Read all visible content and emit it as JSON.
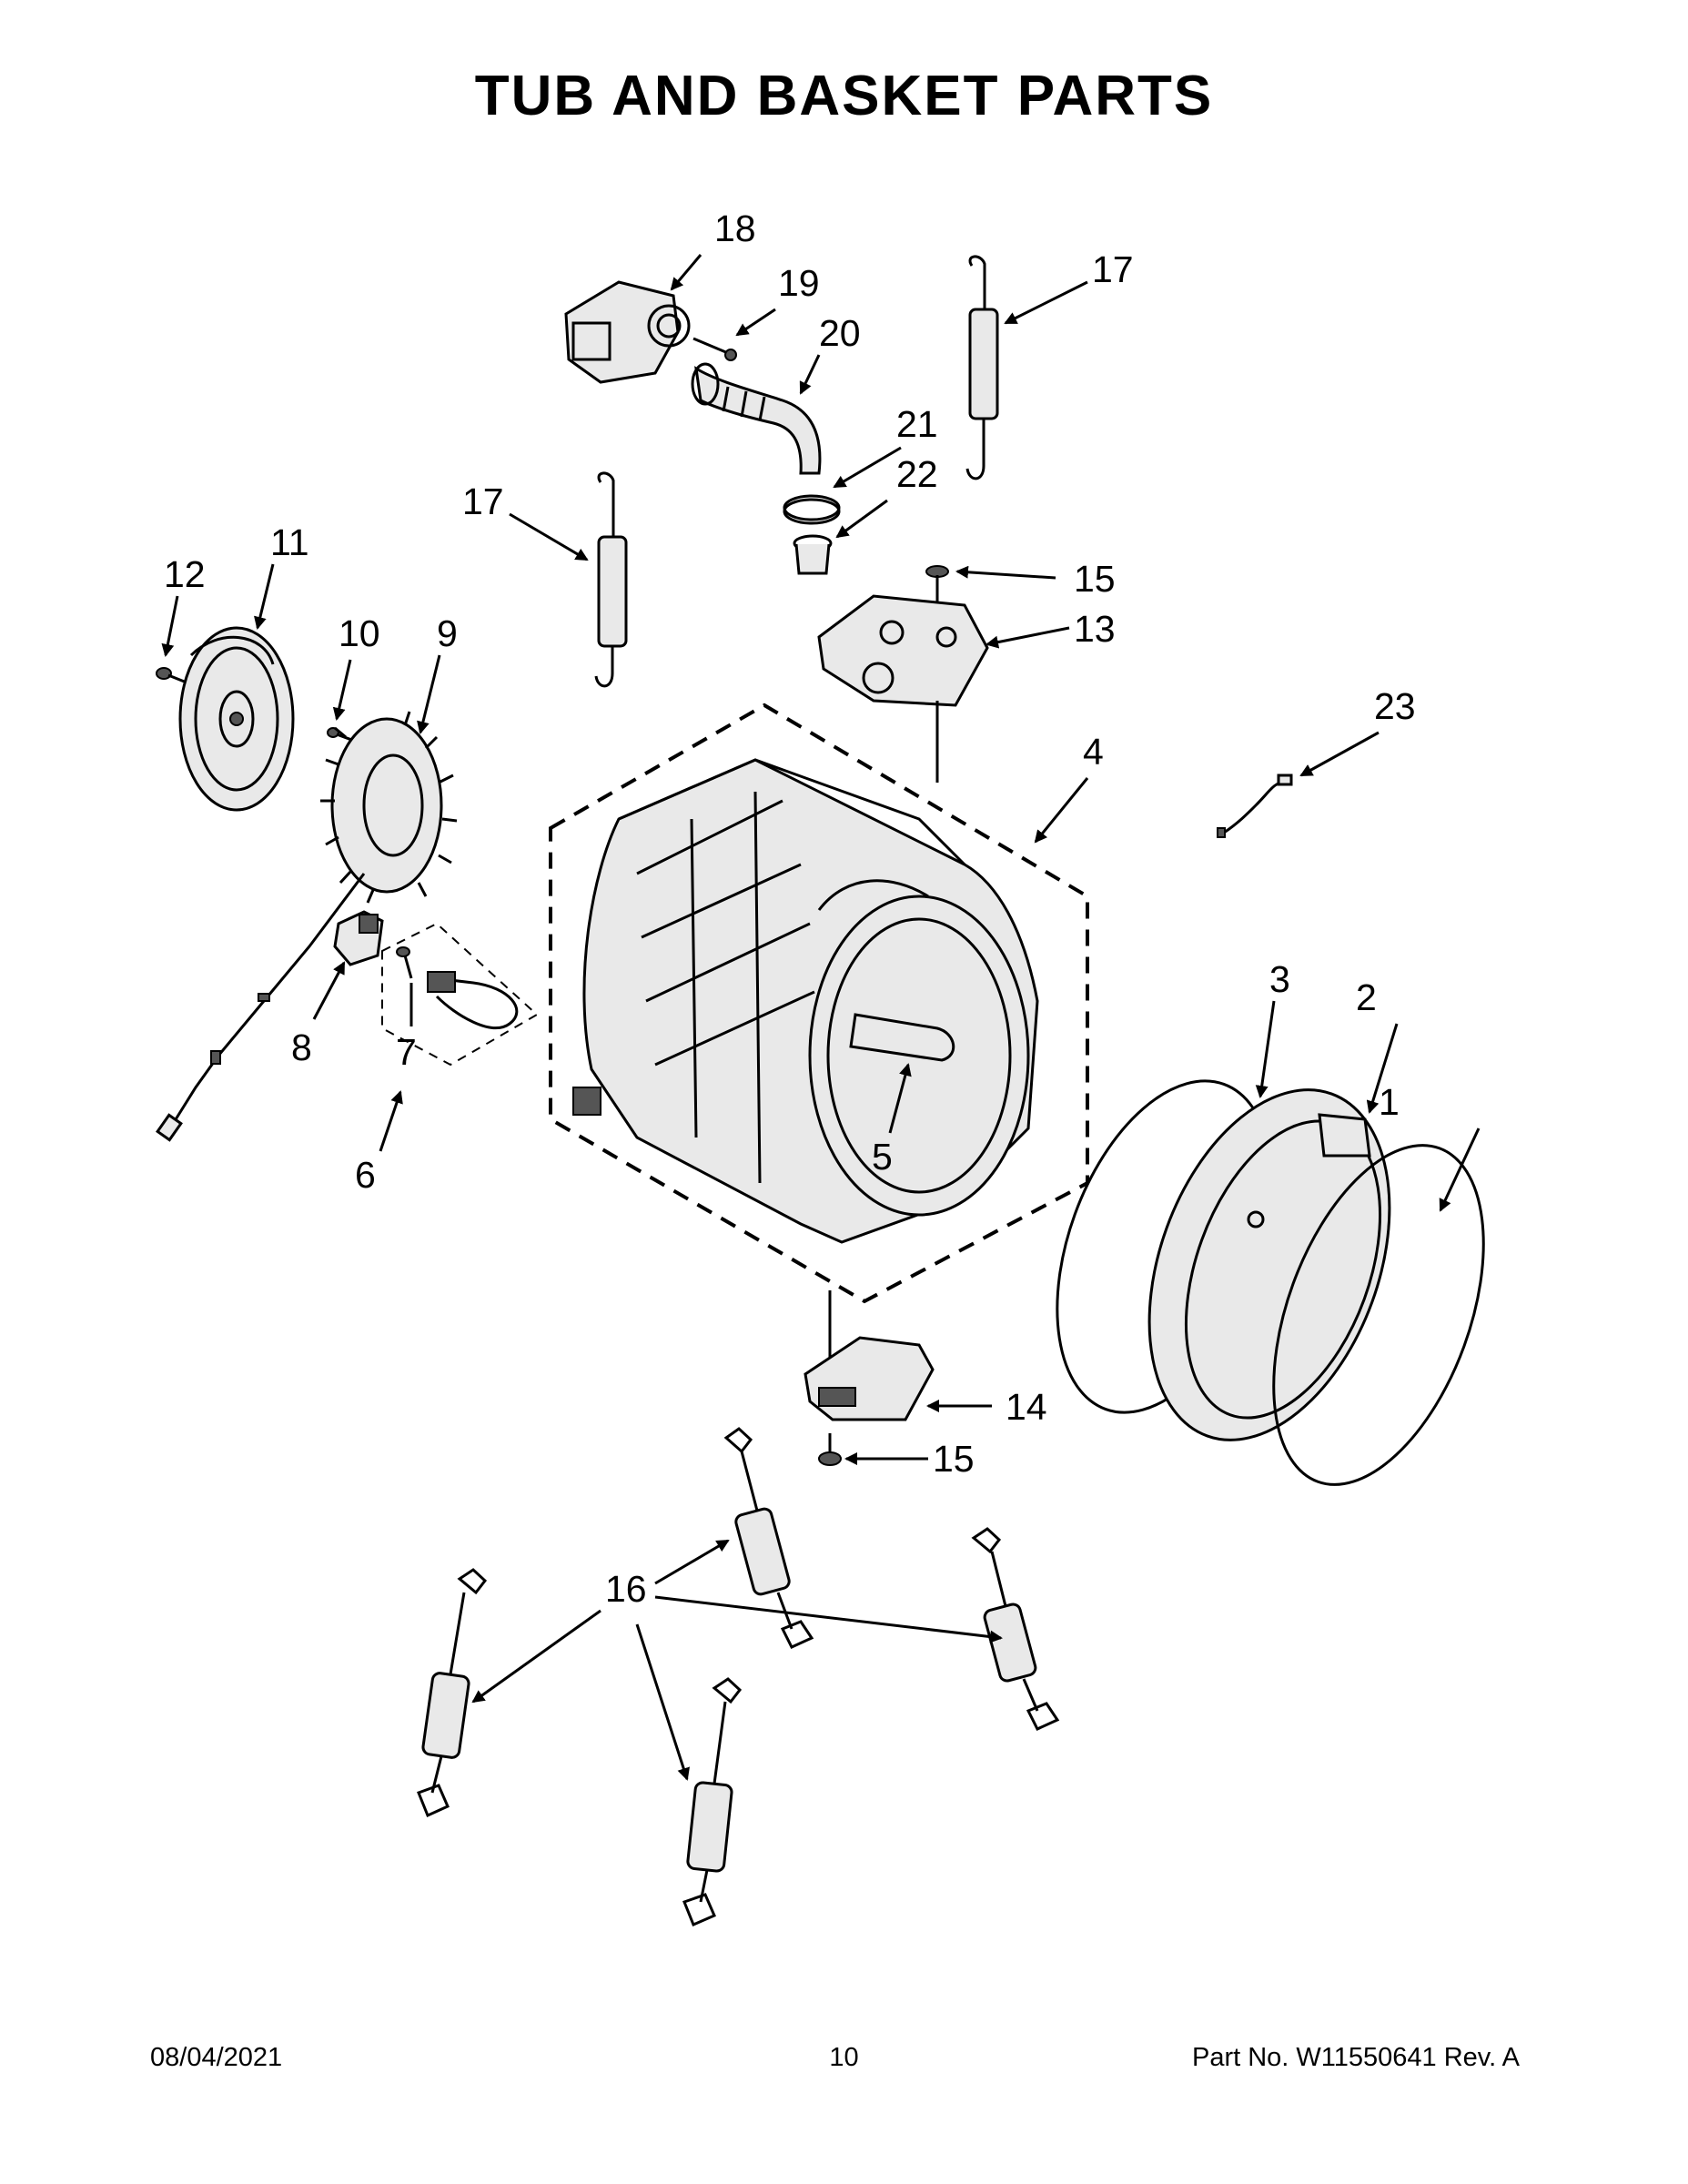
{
  "title": "TUB AND BASKET PARTS",
  "callouts": [
    "1",
    "2",
    "3",
    "4",
    "5",
    "6",
    "7",
    "8",
    "9",
    "10",
    "11",
    "12",
    "13",
    "14",
    "15",
    "15",
    "16",
    "17",
    "17",
    "18",
    "19",
    "20",
    "21",
    "22",
    "23"
  ],
  "footer": {
    "date": "08/04/2021",
    "page": "10",
    "part_no": "Part No.  W11550641  Rev.  A"
  }
}
